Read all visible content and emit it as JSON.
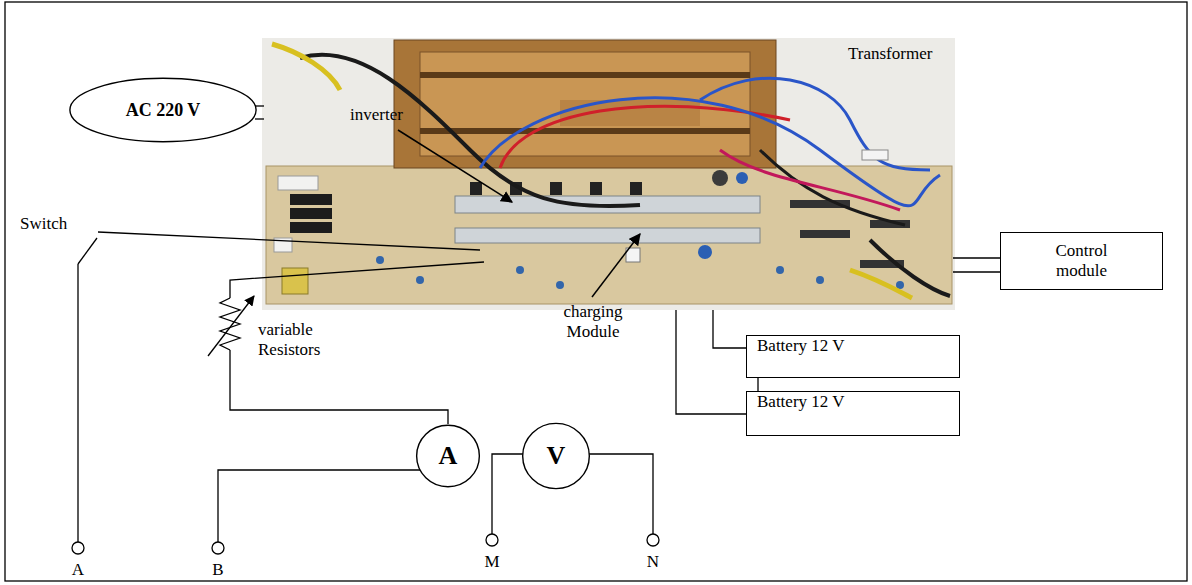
{
  "diagram": {
    "nodes": [
      {
        "text": [
          "AC 220 V"
        ]
      },
      {
        "text": [
          "Control module"
        ]
      },
      {
        "text": [
          "Battery 12 V"
        ]
      },
      {
        "text": [
          "Battery 12 V"
        ]
      },
      {
        "text": [
          "A"
        ]
      },
      {
        "text": [
          "V"
        ]
      }
    ],
    "edges": [
      {
        "from": 2,
        "to": 3,
        "arrow": "none"
      }
    ],
    "labels": [
      "Transformer",
      "inverter",
      "charging Module",
      "Switch",
      "variable Resistors",
      "A",
      "B",
      "M",
      "N"
    ]
  }
}
